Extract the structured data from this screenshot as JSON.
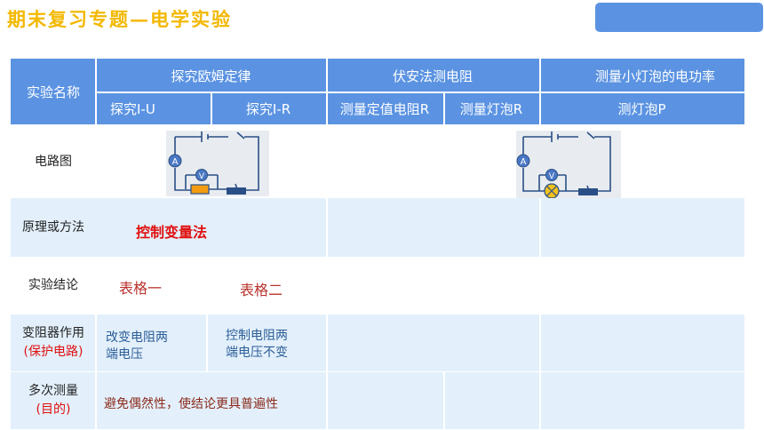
{
  "header": {
    "title": "期末复习专题—电学实验"
  },
  "table": {
    "col_experiment_name": "实验名称",
    "experiments": {
      "ohm_law": "探究欧姆定律",
      "voltammetry": "伏安法测电阻",
      "lamp_power": "测量小灯泡的电功率"
    },
    "subcolumns": {
      "explore_iu": "探究I-U",
      "explore_ir": "探究I-R",
      "fixed_resistor": "测量定值电阻R",
      "lamp_r": "测量灯泡R",
      "lamp_p": "测灯泡P"
    },
    "rows": {
      "circuit": {
        "label": "电路图"
      },
      "principle": {
        "label": "原理或方法",
        "ohm_value": "控制变量法"
      },
      "conclusion": {
        "label": "实验结论",
        "iu_value": "表格一",
        "ir_value": "表格二"
      },
      "rheostat": {
        "label": "变阻器作用",
        "sublabel": "(保护电路)",
        "iu_value_line1": "改变电阻两",
        "iu_value_line2": "端电压",
        "ir_value_line1": "控制电阻两",
        "ir_value_line2": "端电压不变"
      },
      "multiple": {
        "label": "多次测量",
        "sublabel": "(目的)",
        "ohm_value": "避免偶然性，使结论更具普遍性"
      }
    },
    "circuit_labels": {
      "ammeter": "A",
      "voltmeter": "V"
    }
  }
}
